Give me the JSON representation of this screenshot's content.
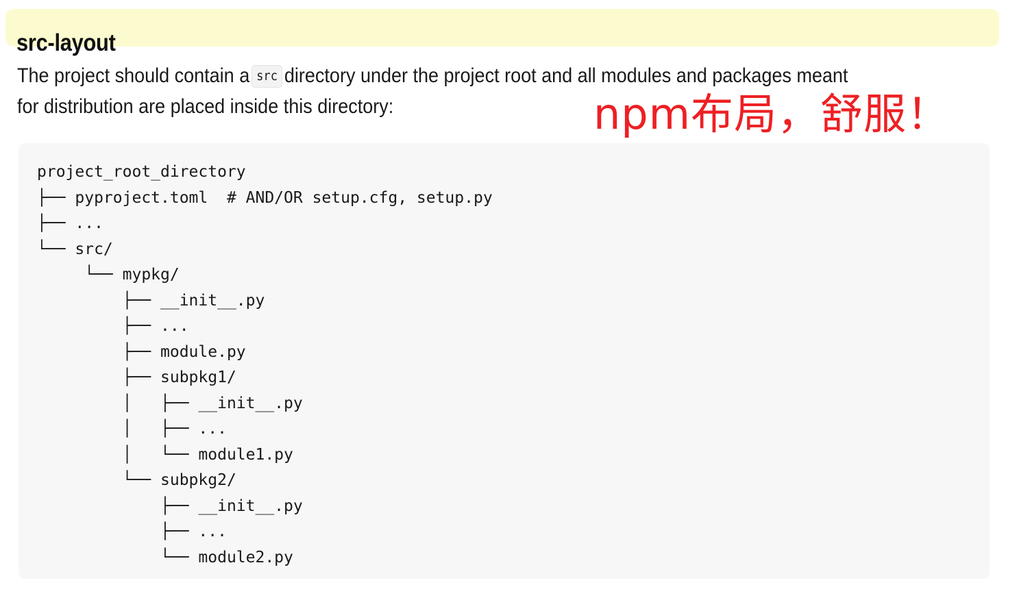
{
  "heading": {
    "text": "src-layout",
    "highlight_color": "#fcfbcf"
  },
  "paragraph": {
    "line1_before_code": "The project should contain a",
    "inline_code": "src",
    "line1_after_code": "directory under the project root and all modules and packages meant",
    "line2": "for distribution are placed inside this directory:"
  },
  "annotation": {
    "text": "npm布局，舒服！",
    "color": "#ed2024"
  },
  "code_block": {
    "background_color": "#f7f7f8",
    "content": "project_root_directory\n├── pyproject.toml  # AND/OR setup.cfg, setup.py\n├── ...\n└── src/\n     └── mypkg/\n         ├── __init__.py\n         ├── ...\n         ├── module.py\n         ├── subpkg1/\n         │   ├── __init__.py\n         │   ├── ...\n         │   └── module1.py\n         └── subpkg2/\n             ├── __init__.py\n             ├── ...\n             └── module2.py"
  }
}
